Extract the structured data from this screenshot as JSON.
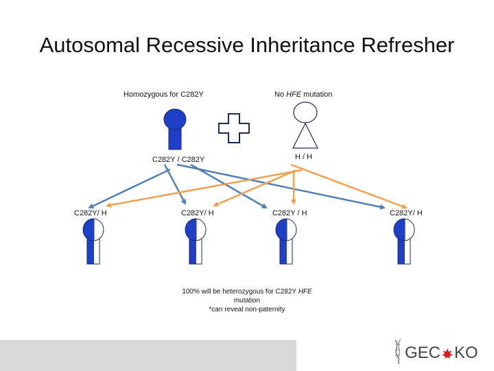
{
  "slide": {
    "title": "Autosomal Recessive Inheritance Refresher"
  },
  "parents": {
    "father": {
      "top_label": "Homozygous for C282Y",
      "genotype": "C282Y / C282Y",
      "fill": "#1f3fc6"
    },
    "mother": {
      "top_label_prefix": "No ",
      "top_label_gene": "HFE",
      "top_label_suffix": " mutation",
      "genotype": "H / H",
      "fill": "#ffffff"
    },
    "cross_symbol": "plus-icon"
  },
  "children": [
    {
      "genotype": "C282Y/ H"
    },
    {
      "genotype": "C282Y/ H"
    },
    {
      "genotype": "C282Y / H"
    },
    {
      "genotype": "C282Y/ H"
    }
  ],
  "note": {
    "line1_prefix": "100% will be heterozygous for C282Y ",
    "line1_gene": "HFE",
    "line2": "mutation",
    "line3": "*can reveal non-paternity"
  },
  "logo": {
    "text_left": "GEC",
    "text_right": "KO"
  },
  "colors": {
    "blue_arrow": "#4f7db5",
    "orange_arrow": "#f0a050",
    "carrier_blue": "#1f3fc6",
    "outline": "#1a2a5a"
  }
}
